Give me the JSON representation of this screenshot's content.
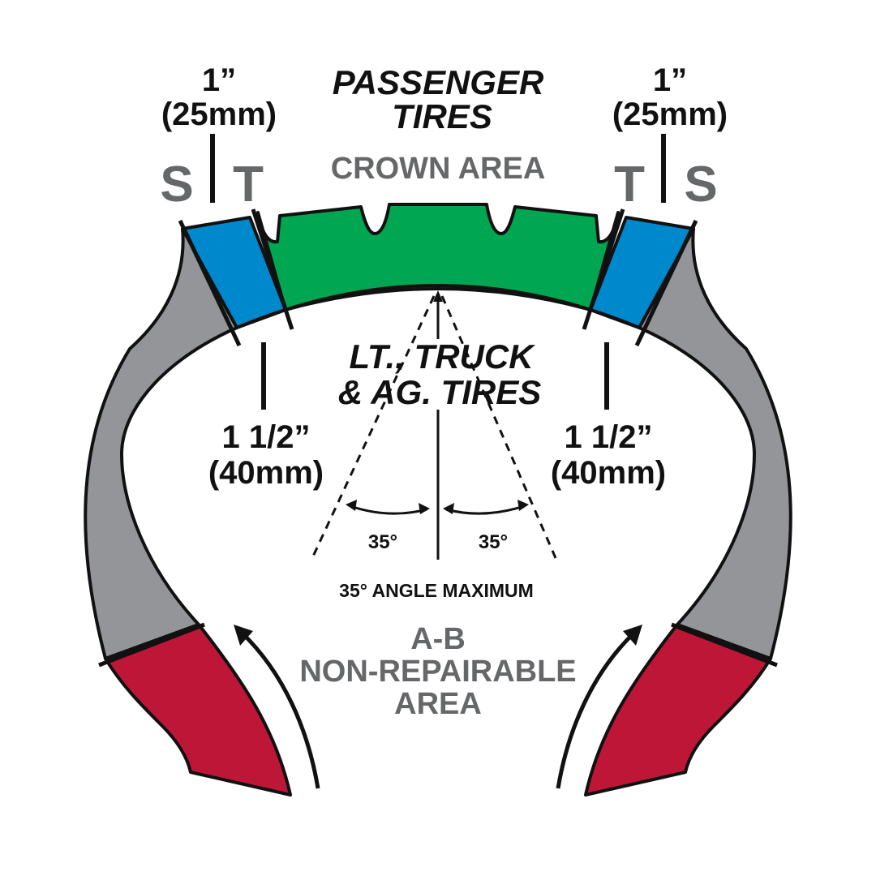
{
  "passenger": {
    "line1": "PASSENGER",
    "line2": "TIRES"
  },
  "crown_area": "CROWN AREA",
  "left_top": {
    "dim": "1”",
    "mm": "(25mm)",
    "s": "S",
    "t": "T"
  },
  "right_top": {
    "dim": "1”",
    "mm": "(25mm)",
    "s": "S",
    "t": "T"
  },
  "lt_truck": {
    "line1": "LT., TRUCK",
    "line2": "& AG. TIRES"
  },
  "left_bottom": {
    "dim": "1 1/2”",
    "mm": "(40mm)"
  },
  "right_bottom": {
    "dim": "1 1/2”",
    "mm": "(40mm)"
  },
  "angle": {
    "left": "35°",
    "right": "35°",
    "caption": "35° ANGLE MAXIMUM"
  },
  "non_repairable": {
    "line1": "A-B",
    "line2": "NON-REPAIRABLE",
    "line3": "AREA"
  },
  "colors": {
    "crown": "#00a651",
    "shoulder": "#0088cc",
    "sidewall": "#939598",
    "bead": "#be1637",
    "grey_text": "#666769",
    "outline": "#111111"
  }
}
